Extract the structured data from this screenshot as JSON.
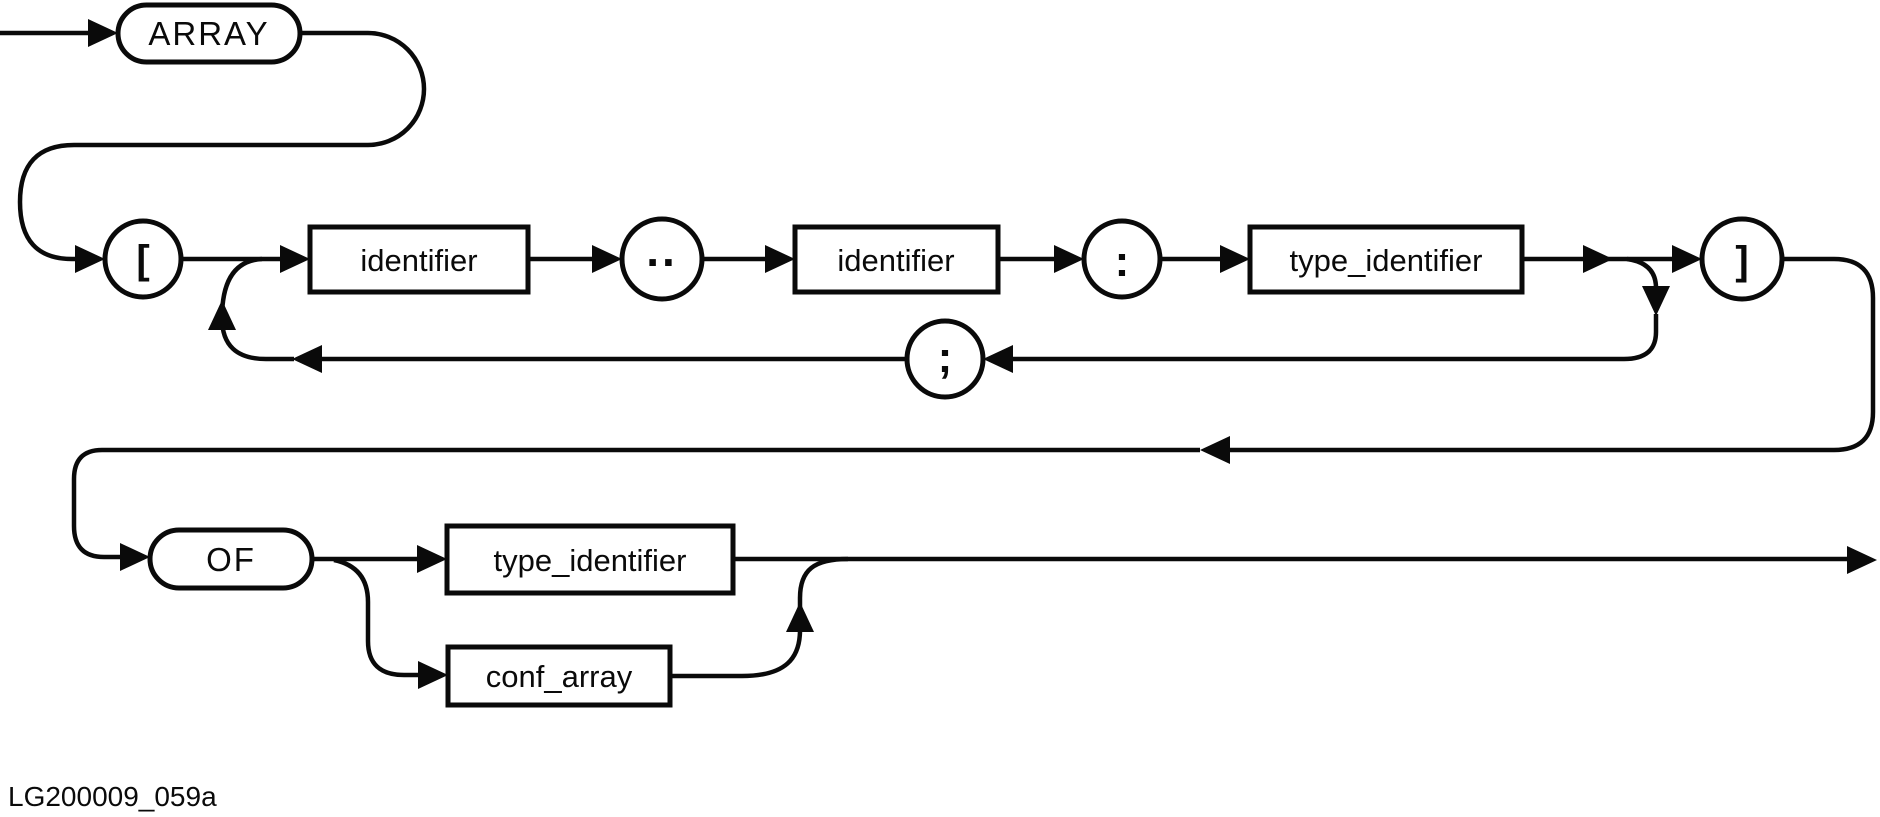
{
  "diagram": {
    "nodes": {
      "array_keyword": "ARRAY",
      "open_bracket": "[",
      "lower_identifier": "identifier",
      "range_dots": "..",
      "upper_identifier": "identifier",
      "colon": ":",
      "index_type": "type_identifier",
      "close_bracket": "]",
      "semicolon": ";",
      "of_keyword": "OF",
      "element_type": "type_identifier",
      "conf_array": "conf_array"
    },
    "caption": "LG200009_059a"
  },
  "colors": {
    "ink": "#0a0a0a",
    "paper": "#ffffff"
  }
}
